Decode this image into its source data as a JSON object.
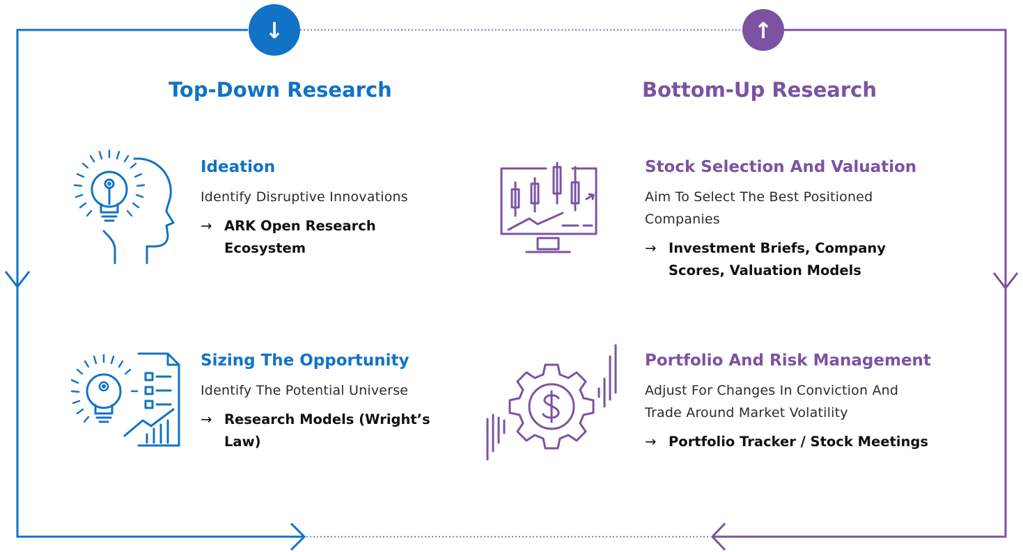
{
  "colors": {
    "blue": "#1172c6",
    "purple": "#7b53a2",
    "text": "#2b2b2b"
  },
  "badges": {
    "left_icon": "arrow-down",
    "left_glyph": "↓",
    "right_icon": "arrow-up",
    "right_glyph": "↑"
  },
  "top_down": {
    "title": "Top-Down Research",
    "items": [
      {
        "icon": "lightbulb-head-icon",
        "title": "Ideation",
        "description": "Identify Disruptive Innovations",
        "link_arrow": "→",
        "link": "ARK Open Research Ecosystem"
      },
      {
        "icon": "lightbulb-document-icon",
        "title": "Sizing The Opportunity",
        "description": "Identify The Potential Universe",
        "link_arrow": "→",
        "link": "Research Models (Wright’s Law)"
      }
    ]
  },
  "bottom_up": {
    "title": "Bottom-Up Research",
    "items": [
      {
        "icon": "candlestick-monitor-icon",
        "title": "Stock Selection And Valuation",
        "description": "Aim To Select The Best Positioned Companies",
        "link_arrow": "→",
        "link": "Investment Briefs, Company Scores, Valuation Models"
      },
      {
        "icon": "dollar-gear-icon",
        "title": "Portfolio And Risk Management",
        "description": "Adjust For Changes In Conviction And Trade Around Market Volatility",
        "link_arrow": "→",
        "link": "Portfolio Tracker / Stock Meetings"
      }
    ]
  }
}
